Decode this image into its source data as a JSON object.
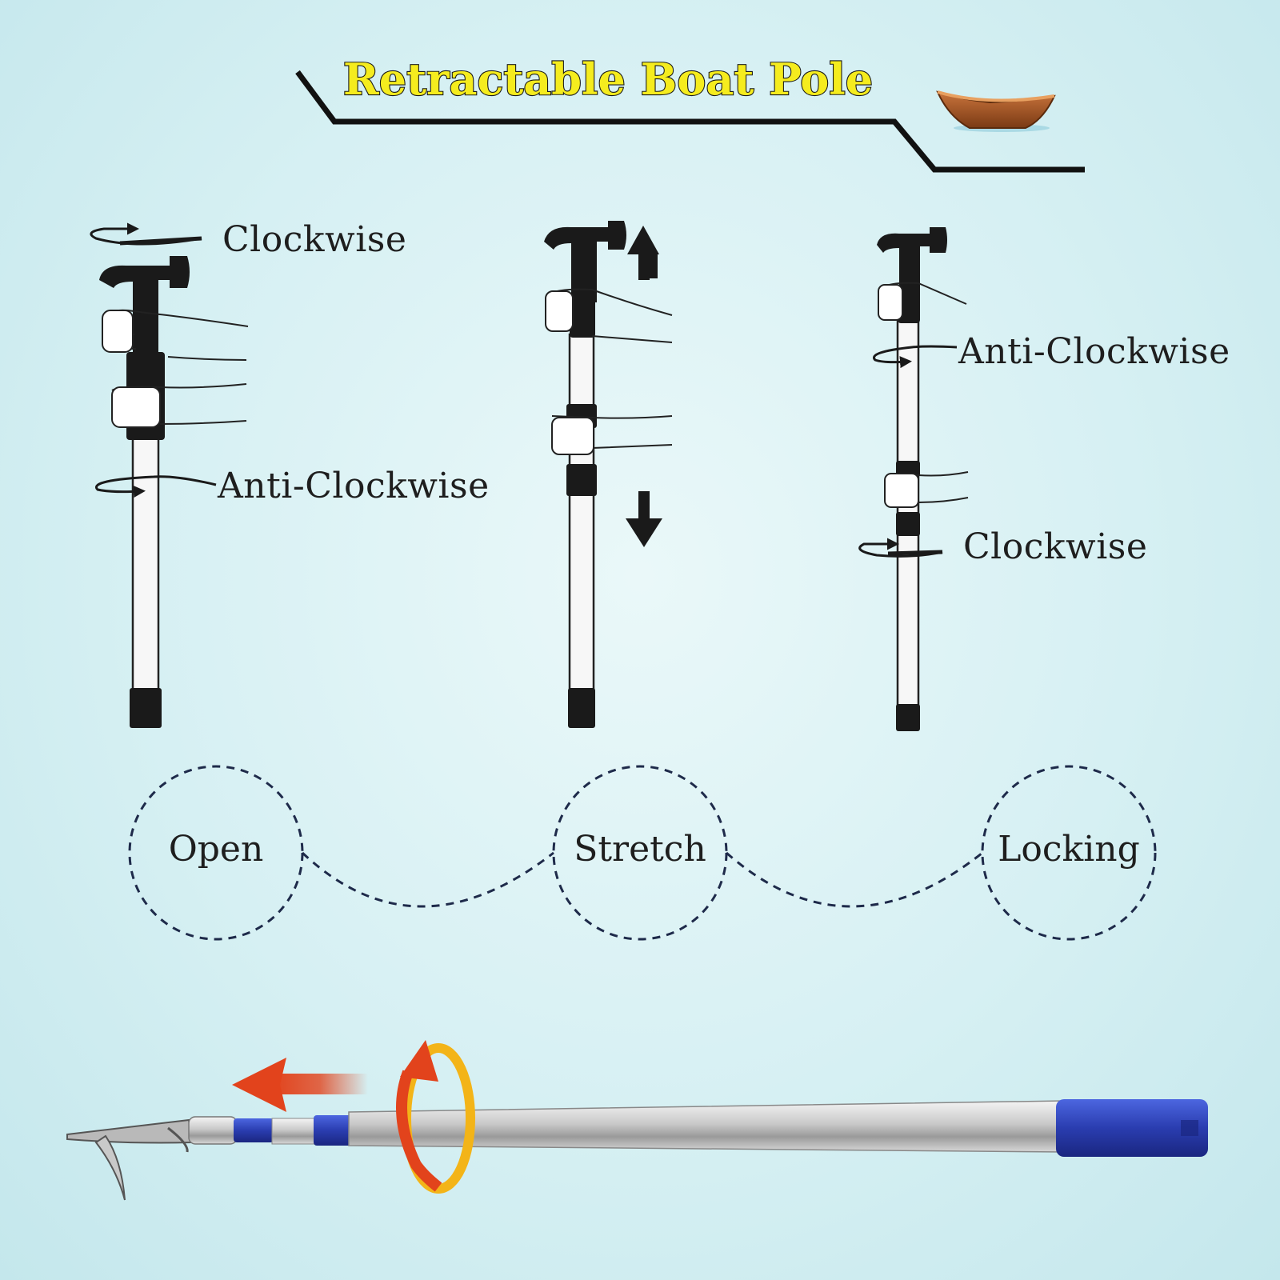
{
  "title": "Retractable Boat Pole",
  "panels": [
    {
      "id": "open",
      "labels": [
        "Clockwise",
        "Anti-Clockwise"
      ]
    },
    {
      "id": "stretch",
      "labels": []
    },
    {
      "id": "locking",
      "labels": [
        "Anti-Clockwise",
        "Clockwise"
      ]
    }
  ],
  "steps": [
    "Open",
    "Stretch",
    "Locking"
  ],
  "icons": [
    "boat-icon",
    "rotation-arrow-icon",
    "up-arrow-icon",
    "down-arrow-icon",
    "left-arrow-icon",
    "twist-ring-icon",
    "hand-icon"
  ],
  "colors": {
    "title_fill": "#f5ec1e",
    "pole_grip": "#1a1a1a",
    "collar_blue": "#2a3db0",
    "arrow_red": "#e2431c",
    "ring_yellow": "#f3b418"
  }
}
